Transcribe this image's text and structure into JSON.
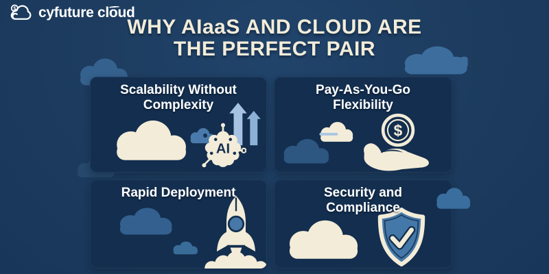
{
  "logo": {
    "icon": "cloud-coin-logo-icon",
    "brand": "cyfuture",
    "product": "cloud",
    "coin_symbol": "$"
  },
  "title": {
    "line1": "WHY AIaaS AND CLOUD ARE",
    "line2": "THE PERFECT PAIR"
  },
  "panels": [
    {
      "title_line1": "Scalability Without",
      "title_line2": "Complexity",
      "icons": [
        "cloud-icon",
        "mini-cloud-icon",
        "ai-brain-circuit-icon",
        "growth-arrows-icon"
      ],
      "ai_label": "AI"
    },
    {
      "title_line1": "Pay-As-You-Go",
      "title_line2": "Flexibility",
      "icons": [
        "striped-cloud-icon",
        "dark-cloud-icon",
        "dollar-coin-icon",
        "open-hand-icon"
      ],
      "coin_symbol": "$"
    },
    {
      "title_line1": "Rapid Deployment",
      "title_line2": "",
      "icons": [
        "cloud-icon",
        "mini-cloud-icon",
        "rocket-launch-icon"
      ]
    },
    {
      "title_line1": "Security and",
      "title_line2": "Compliance",
      "icons": [
        "cloud-icon",
        "shield-check-icon"
      ]
    }
  ],
  "colors": {
    "background": "#1d3c5f",
    "panel": "#132e4e",
    "cream": "#f3ecd8",
    "heading_text": "#ffffff",
    "cloud_blue": "#3c6d9d",
    "cloud_blue_dark": "#26486c",
    "accent_blue": "#4878a8",
    "arrow_blue_light": "#a6c2e2",
    "arrow_blue": "#8db1d6"
  }
}
